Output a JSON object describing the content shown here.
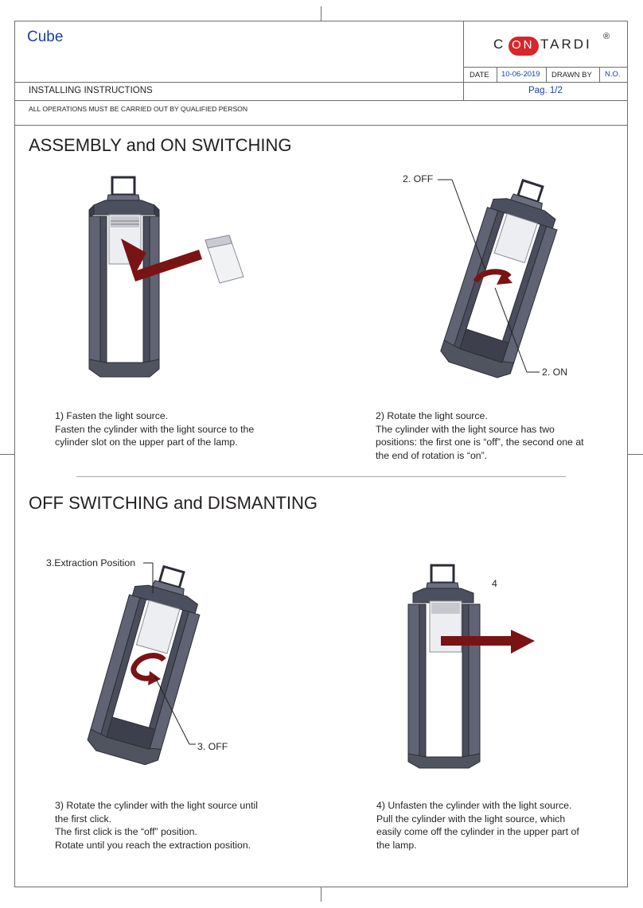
{
  "header": {
    "product": "Cube",
    "brand": {
      "pre": "C",
      "mid": "ON",
      "post": "TARDI",
      "reg": "®",
      "accent_color": "#d7262c"
    },
    "date_label": "DATE",
    "date_value": "10-06-2019",
    "drawn_by_label": "DRAWN BY",
    "number_label": "N.O.",
    "doc_type": "INSTALLING INSTRUCTIONS",
    "page": "Pag. 1/2",
    "notice": "ALL OPERATIONS MUST BE CARRIED OUT BY QUALIFIED PERSON"
  },
  "section1": {
    "title": "ASSEMBLY and ON SWITCHING",
    "step1": {
      "lines": [
        "1) Fasten the light source.",
        "Fasten the cylinder with the light source to the",
        "cylinder slot on the upper part of the lamp."
      ]
    },
    "step2": {
      "callout_off": "2. OFF",
      "callout_on": "2. ON",
      "lines": [
        "2) Rotate the light source.",
        "The cylinder with the light source has two",
        "positions: the first one is “off”, the second one at",
        "the end of rotation is “on”."
      ]
    }
  },
  "section2": {
    "title": "OFF SWITCHING and DISMANTING",
    "step3": {
      "callout_extraction": "3.Extraction Position",
      "callout_off": "3. OFF",
      "lines": [
        "3) Rotate the cylinder with the light source until",
        "the first click.",
        "The first click is the “off” position.",
        "Rotate until you reach the extraction position."
      ]
    },
    "step4": {
      "callout": "4",
      "lines": [
        "4) Unfasten the cylinder with the light source.",
        "Pull the cylinder with the light source, which",
        "easily come off the cylinder in the upper part of",
        "the lamp."
      ]
    }
  },
  "colors": {
    "lamp_frame": "#5b5f6e",
    "lamp_dark": "#3f4250",
    "arrow": "#7a1414",
    "title_blue": "#1a3fa8"
  }
}
